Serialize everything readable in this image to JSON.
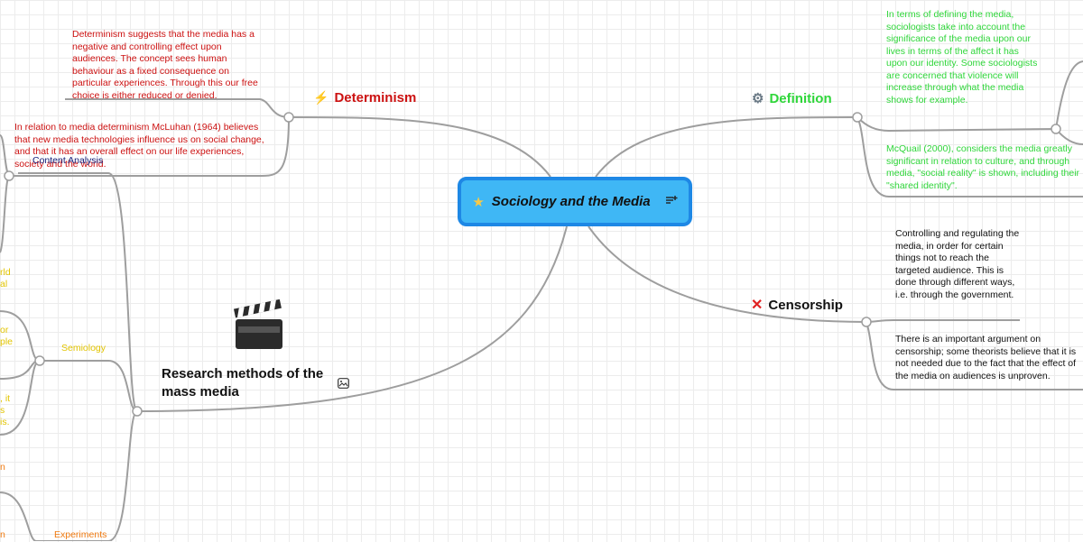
{
  "central": {
    "title": "Sociology and the Media",
    "star_icon": "star-icon",
    "notes_icon": "notes-icon"
  },
  "determinism": {
    "title": "Determinism",
    "icon": "lightning-icon",
    "notes": [
      "Determinism suggests that the media has a negative and controlling effect upon audiences. The concept sees human behaviour as a fixed consequence on particular experiences. Through this our free choice is either reduced or denied.",
      "In relation to media determinism McLuhan (1964) believes that new media technologies influence us on social change, and that it has an overall effect on our life experiences, society and the world."
    ]
  },
  "definition": {
    "title": "Definition",
    "icon": "gear-icon",
    "notes": [
      "In terms of defining the media, sociologists take into account the significance of the media upon our lives in terms of the affect it has upon our identity. Some sociologists are concerned that violence will increase through what the media shows for example.",
      "McQuail (2000), considers the media greatly significant in relation to culture, and through media, \"social reality\" is shown, including their \"shared identity\"."
    ]
  },
  "censorship": {
    "title": "Censorship",
    "icon": "cross-icon",
    "notes": [
      "Controlling and regulating the media, in order for certain things not to reach the targeted audience. This is done through different ways, i.e. through the government.",
      "There is an important argument on censorship; some theorists believe that it is not needed due to the fact that the effect of the media on audiences is unproven."
    ]
  },
  "research": {
    "title": "Research methods of the mass media",
    "image_icon": "clapperboard-icon",
    "attachment_icon": "image-icon",
    "subtopics": [
      "Content Analysis",
      "Semiology",
      "Experiments"
    ],
    "fragments": [
      "rld",
      "al",
      "or",
      "ple",
      ", it",
      "s",
      "is.",
      "n",
      "n"
    ]
  },
  "colors": {
    "central_fill": "#3fb7f5",
    "central_border": "#1e88e5",
    "determinism": "#cc1111",
    "definition": "#2fd63a",
    "censorship": "#111111",
    "semiology": "#e2c400",
    "experiments": "#f07a10"
  }
}
